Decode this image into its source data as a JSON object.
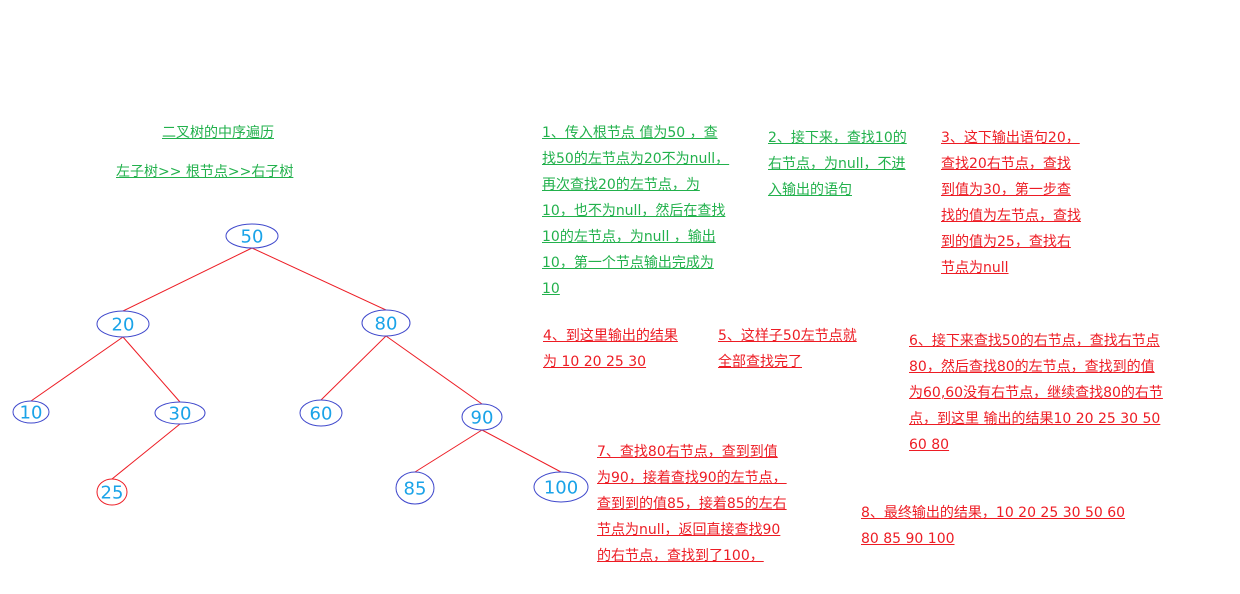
{
  "title": "二叉树的中序遍历",
  "subtitle": "左子树>> 根节点>>右子树",
  "colors": {
    "edge": "#ed1c24",
    "node_border": "#3f48cc",
    "highlight_border": "#ed1c24",
    "node_text": "#1aa3e8",
    "green_text": "#22b14c",
    "red_text": "#ed1c24"
  },
  "tree": {
    "nodes": [
      {
        "id": "n50",
        "label": "50"
      },
      {
        "id": "n20",
        "label": "20"
      },
      {
        "id": "n80",
        "label": "80"
      },
      {
        "id": "n10",
        "label": "10"
      },
      {
        "id": "n30",
        "label": "30"
      },
      {
        "id": "n60",
        "label": "60"
      },
      {
        "id": "n90",
        "label": "90"
      },
      {
        "id": "n25",
        "label": "25",
        "highlight": true
      },
      {
        "id": "n85",
        "label": "85"
      },
      {
        "id": "n100",
        "label": "100"
      }
    ],
    "edges": [
      [
        "n50",
        "n20"
      ],
      [
        "n50",
        "n80"
      ],
      [
        "n20",
        "n10"
      ],
      [
        "n20",
        "n30"
      ],
      [
        "n30",
        "n25"
      ],
      [
        "n80",
        "n60"
      ],
      [
        "n80",
        "n90"
      ],
      [
        "n90",
        "n85"
      ],
      [
        "n90",
        "n100"
      ]
    ]
  },
  "notes": {
    "n1": "1、传入根节点 值为50 ，查\n找50的左节点为20不为null，\n再次查找20的左节点，为\n10，也不为null，然后在查找\n10的左节点，为null ，输出\n10，第一个节点输出完成为\n10",
    "n2": "2、接下来，查找10的\n右节点，为null，不进\n入输出的语句",
    "n3": "3、这下输出语句20，\n查找20右节点，查找\n到值为30，第一步查\n找的值为左节点，查找\n到的值为25，查找右\n节点为null",
    "n4": "4、到这里输出的结果\n为  10  20 25 30",
    "n5": "5、这样子50左节点就\n全部查找完了",
    "n6": "6、接下来查找50的右节点，查找右节点\n80，然后查找80的左节点，查找到的值\n为60,60没有右节点，继续查找80的右节\n点，到这里 输出的结果10 20 25 30 50\n60 80",
    "n7": "7、查找80右节点，查到到值\n为90，接着查找90的左节点，\n查到到的值85，接着85的左右\n节点为null，返回直接查找90\n的右节点，查找到了100，",
    "n8": "8、最终输出的结果，10 20 25 30 50 60\n80 85 90 100"
  }
}
